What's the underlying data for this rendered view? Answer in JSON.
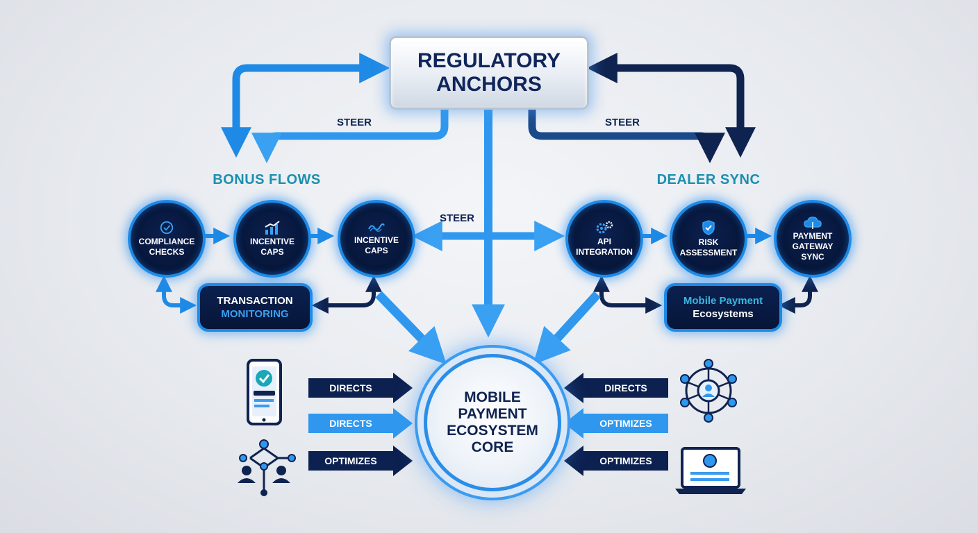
{
  "anchor": {
    "title": "REGULATORY ANCHORS"
  },
  "groups": {
    "left": "BONUS FLOWS",
    "right": "DEALER SYNC"
  },
  "steer_labels": {
    "top_left": "STEER",
    "top_right": "STEER",
    "middle": "STEER"
  },
  "nodes_left": [
    {
      "label": "COMPLIANCE CHECKS",
      "icon": "check-circle-icon"
    },
    {
      "label": "INCENTIVE CAPS",
      "icon": "bar-chart-icon"
    },
    {
      "label": "INCENTIVE CAPS",
      "icon": "wave-icon"
    }
  ],
  "nodes_right": [
    {
      "label": "API INTEGRATION",
      "icon": "gears-icon"
    },
    {
      "label": "RISK ASSESSMENT",
      "icon": "shield-icon"
    },
    {
      "label": "PAYMENT GATEWAY SYNC",
      "icon": "cloud-icon"
    }
  ],
  "pills": {
    "left": {
      "line1": "TRANSACTION",
      "line2": "MONITORING"
    },
    "right": {
      "line1": "Mobile Payment",
      "line2": "Ecosystems"
    }
  },
  "core": {
    "label": "MOBILE PAYMENT ECOSYSTEM CORE"
  },
  "inputs_left": [
    "DIRECTS",
    "DIRECTS",
    "OPTIMIZES"
  ],
  "inputs_right": [
    "DIRECTS",
    "OPTIMIZES",
    "OPTIMIZES"
  ],
  "side_icons": {
    "left": [
      "smartphone-check-icon",
      "user-network-icon"
    ],
    "right": [
      "network-globe-user-icon",
      "laptop-profile-icon"
    ]
  },
  "colors": {
    "navy": "#0f2350",
    "blue": "#1e8ae6",
    "light_blue": "#3aa0f2",
    "teal": "#1a8fb0",
    "background": "#e6e9ee"
  }
}
